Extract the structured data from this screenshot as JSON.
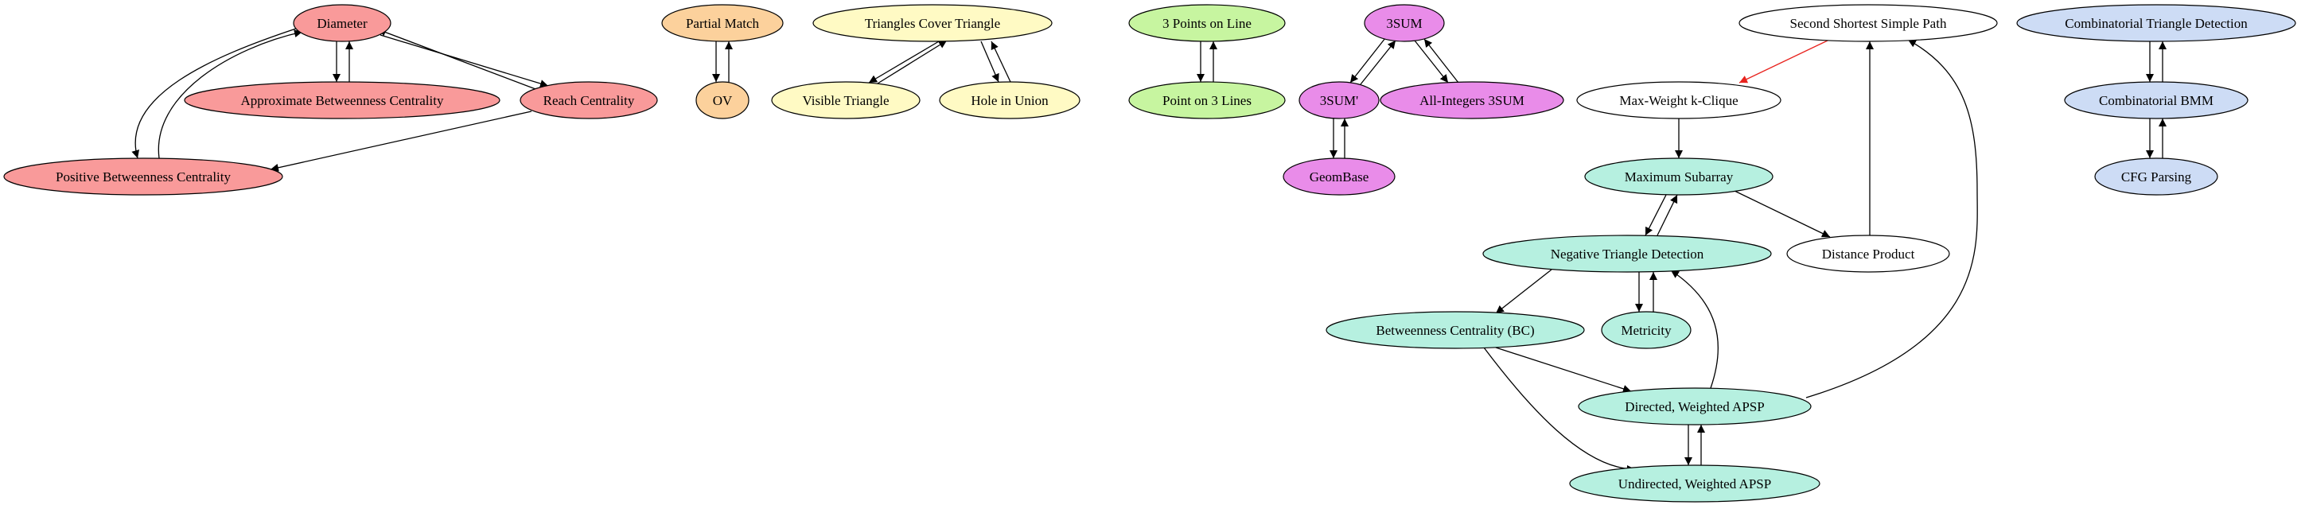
{
  "colors": {
    "red": "#f99a9a",
    "orange": "#fcd19c",
    "yellow": "#fffac4",
    "green": "#c7f5a0",
    "purple": "#e98ce9",
    "teal": "#b6f0e0",
    "blue": "#cddcf5",
    "white": "#ffffff",
    "edge": "#000000",
    "highlight_edge": "#e8231e"
  },
  "nodes": [
    {
      "id": "diameter",
      "label": "Diameter",
      "color": "red"
    },
    {
      "id": "approx_bc",
      "label": "Approximate Betweenness Centrality",
      "color": "red"
    },
    {
      "id": "reach",
      "label": "Reach Centrality",
      "color": "red"
    },
    {
      "id": "pos_bc",
      "label": "Positive Betweenness Centrality",
      "color": "red"
    },
    {
      "id": "partial_match",
      "label": "Partial Match",
      "color": "orange"
    },
    {
      "id": "ov",
      "label": "OV",
      "color": "orange"
    },
    {
      "id": "tri_cover",
      "label": "Triangles Cover Triangle",
      "color": "yellow"
    },
    {
      "id": "visible_tri",
      "label": "Visible Triangle",
      "color": "yellow"
    },
    {
      "id": "hole_union",
      "label": "Hole in Union",
      "color": "yellow"
    },
    {
      "id": "three_points",
      "label": "3 Points on Line",
      "color": "green"
    },
    {
      "id": "point_three_lines",
      "label": "Point on 3 Lines",
      "color": "green"
    },
    {
      "id": "threesum",
      "label": "3SUM",
      "color": "purple"
    },
    {
      "id": "threesum_prime",
      "label": "3SUM'",
      "color": "purple"
    },
    {
      "id": "all_int_3sum",
      "label": "All-Integers 3SUM",
      "color": "purple"
    },
    {
      "id": "geombase",
      "label": "GeomBase",
      "color": "purple"
    },
    {
      "id": "second_shortest",
      "label": "Second Shortest Simple Path",
      "color": "white"
    },
    {
      "id": "max_weight_clique",
      "label": "Max-Weight k-Clique",
      "color": "white"
    },
    {
      "id": "max_subarray",
      "label": "Maximum Subarray",
      "color": "teal"
    },
    {
      "id": "distance_product",
      "label": "Distance Product",
      "color": "white"
    },
    {
      "id": "neg_triangle",
      "label": "Negative Triangle Detection",
      "color": "teal"
    },
    {
      "id": "bc",
      "label": "Betweenness Centrality (BC)",
      "color": "teal"
    },
    {
      "id": "metricity",
      "label": "Metricity",
      "color": "teal"
    },
    {
      "id": "dir_apsp",
      "label": "Directed, Weighted APSP",
      "color": "teal"
    },
    {
      "id": "undir_apsp",
      "label": "Undirected, Weighted APSP",
      "color": "teal"
    },
    {
      "id": "comb_tri",
      "label": "Combinatorial Triangle Detection",
      "color": "blue"
    },
    {
      "id": "comb_bmm",
      "label": "Combinatorial BMM",
      "color": "blue"
    },
    {
      "id": "cfg_parsing",
      "label": "CFG Parsing",
      "color": "blue"
    }
  ],
  "edges": [
    {
      "from": "diameter",
      "to": "approx_bc"
    },
    {
      "from": "approx_bc",
      "to": "diameter"
    },
    {
      "from": "diameter",
      "to": "reach"
    },
    {
      "from": "reach",
      "to": "diameter"
    },
    {
      "from": "diameter",
      "to": "pos_bc"
    },
    {
      "from": "pos_bc",
      "to": "diameter"
    },
    {
      "from": "reach",
      "to": "pos_bc"
    },
    {
      "from": "partial_match",
      "to": "ov"
    },
    {
      "from": "ov",
      "to": "partial_match"
    },
    {
      "from": "tri_cover",
      "to": "visible_tri"
    },
    {
      "from": "visible_tri",
      "to": "tri_cover"
    },
    {
      "from": "tri_cover",
      "to": "hole_union"
    },
    {
      "from": "hole_union",
      "to": "tri_cover"
    },
    {
      "from": "three_points",
      "to": "point_three_lines"
    },
    {
      "from": "point_three_lines",
      "to": "three_points"
    },
    {
      "from": "threesum",
      "to": "threesum_prime"
    },
    {
      "from": "threesum_prime",
      "to": "threesum"
    },
    {
      "from": "threesum",
      "to": "all_int_3sum"
    },
    {
      "from": "all_int_3sum",
      "to": "threesum"
    },
    {
      "from": "threesum_prime",
      "to": "geombase"
    },
    {
      "from": "geombase",
      "to": "threesum_prime"
    },
    {
      "from": "second_shortest",
      "to": "max_weight_clique",
      "highlight": true
    },
    {
      "from": "max_weight_clique",
      "to": "max_subarray"
    },
    {
      "from": "max_subarray",
      "to": "neg_triangle"
    },
    {
      "from": "neg_triangle",
      "to": "max_subarray"
    },
    {
      "from": "max_subarray",
      "to": "distance_product"
    },
    {
      "from": "distance_product",
      "to": "second_shortest"
    },
    {
      "from": "neg_triangle",
      "to": "bc"
    },
    {
      "from": "neg_triangle",
      "to": "metricity"
    },
    {
      "from": "metricity",
      "to": "neg_triangle"
    },
    {
      "from": "bc",
      "to": "dir_apsp"
    },
    {
      "from": "bc",
      "to": "undir_apsp"
    },
    {
      "from": "dir_apsp",
      "to": "neg_triangle"
    },
    {
      "from": "dir_apsp",
      "to": "undir_apsp"
    },
    {
      "from": "undir_apsp",
      "to": "dir_apsp"
    },
    {
      "from": "dir_apsp",
      "to": "second_shortest"
    },
    {
      "from": "comb_tri",
      "to": "comb_bmm"
    },
    {
      "from": "comb_bmm",
      "to": "comb_tri"
    },
    {
      "from": "comb_bmm",
      "to": "cfg_parsing"
    },
    {
      "from": "cfg_parsing",
      "to": "comb_bmm"
    }
  ]
}
